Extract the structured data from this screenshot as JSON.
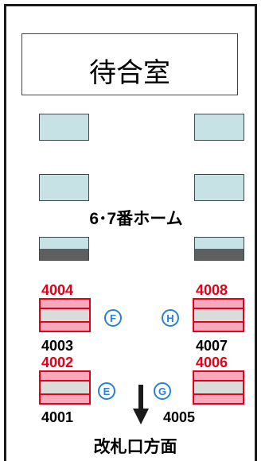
{
  "waiting_room": {
    "label": "待合室"
  },
  "platform": {
    "label": "6･7番ホーム"
  },
  "lockers": {
    "left_upper_top": "4004",
    "left_upper_bottom": "4003",
    "left_lower_top": "4002",
    "left_lower_bottom": "4001",
    "right_upper_top": "4008",
    "right_upper_bottom": "4007",
    "right_lower_top": "4006",
    "right_lower_bottom": "4005"
  },
  "gates": {
    "f": "F",
    "h": "H",
    "e": "E",
    "g": "G"
  },
  "exit": {
    "label": "改札口方面"
  },
  "colors": {
    "locker_red": "#e3001a",
    "locker_pink": "#f7a8bb",
    "bench": "#c7e2e4",
    "gate_blue": "#2a7fd6"
  },
  "icons": {
    "direction": "down-arrow-icon"
  }
}
